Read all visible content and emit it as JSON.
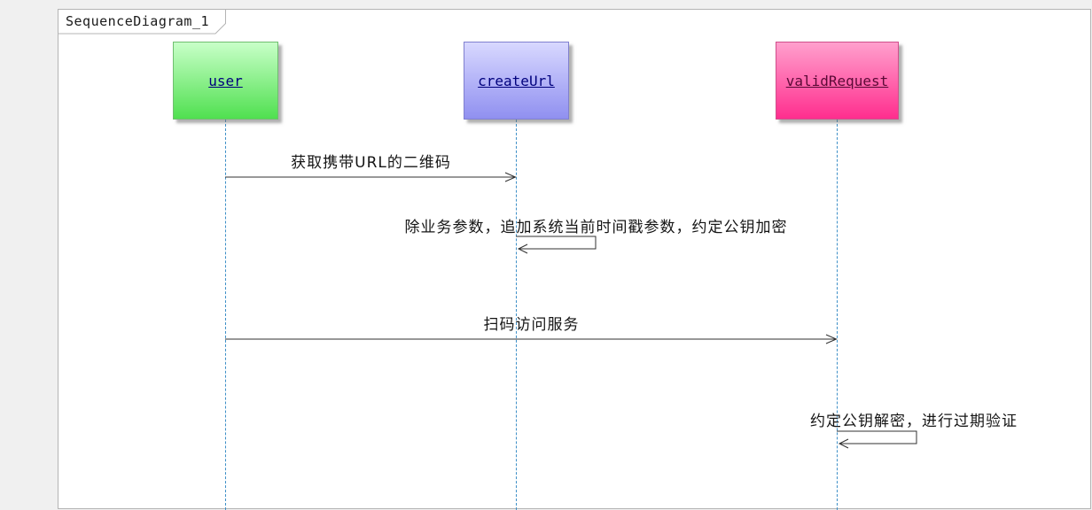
{
  "frame": {
    "title": "SequenceDiagram_1"
  },
  "actors": [
    {
      "label": "user",
      "fill_top": "#c8ffc8",
      "fill_bottom": "#50e050",
      "border": "#6fbf6f",
      "text_color": "#00007d"
    },
    {
      "label": "createUrl",
      "fill_top": "#d8d8ff",
      "fill_bottom": "#9090f0",
      "border": "#8080cf",
      "text_color": "#00007d"
    },
    {
      "label": "validRequest",
      "fill_top": "#ffa0cd",
      "fill_bottom": "#ff2e8e",
      "border": "#d04f8b",
      "text_color": "#5a0a36"
    }
  ],
  "messages": [
    {
      "type": "call",
      "from": "user",
      "to": "createUrl",
      "label": "获取携带URL的二维码"
    },
    {
      "type": "self",
      "on": "createUrl",
      "label": "除业务参数，追加系统当前时间戳参数，约定公钥加密"
    },
    {
      "type": "call",
      "from": "user",
      "to": "validRequest",
      "label": "扫码访问服务"
    },
    {
      "type": "self",
      "on": "validRequest",
      "label": "约定公钥解密，进行过期验证"
    }
  ],
  "colors": {
    "page_bg": "#f0f0f0",
    "frame_bg": "#ffffff",
    "frame_border": "#b4b4b4",
    "lifeline": "#3d8fc7",
    "arrow": "#303030",
    "label_text": "#151515",
    "title_text": "#1a1a1a"
  }
}
